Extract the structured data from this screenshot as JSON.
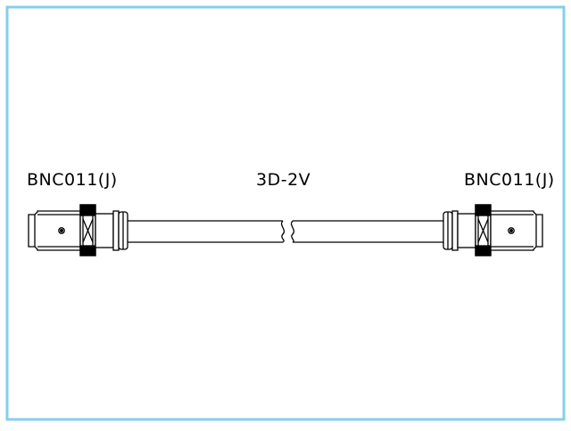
{
  "diagram": {
    "left_connector_label": "BNC011(J)",
    "cable_label": "3D-2V",
    "right_connector_label": "BNC011(J)",
    "colors": {
      "frame": "#87ceeb",
      "line": "#000000",
      "background": "#ffffff"
    },
    "icons": [
      "bnc-connector-icon",
      "coax-cable-icon",
      "cable-break-icon"
    ]
  }
}
